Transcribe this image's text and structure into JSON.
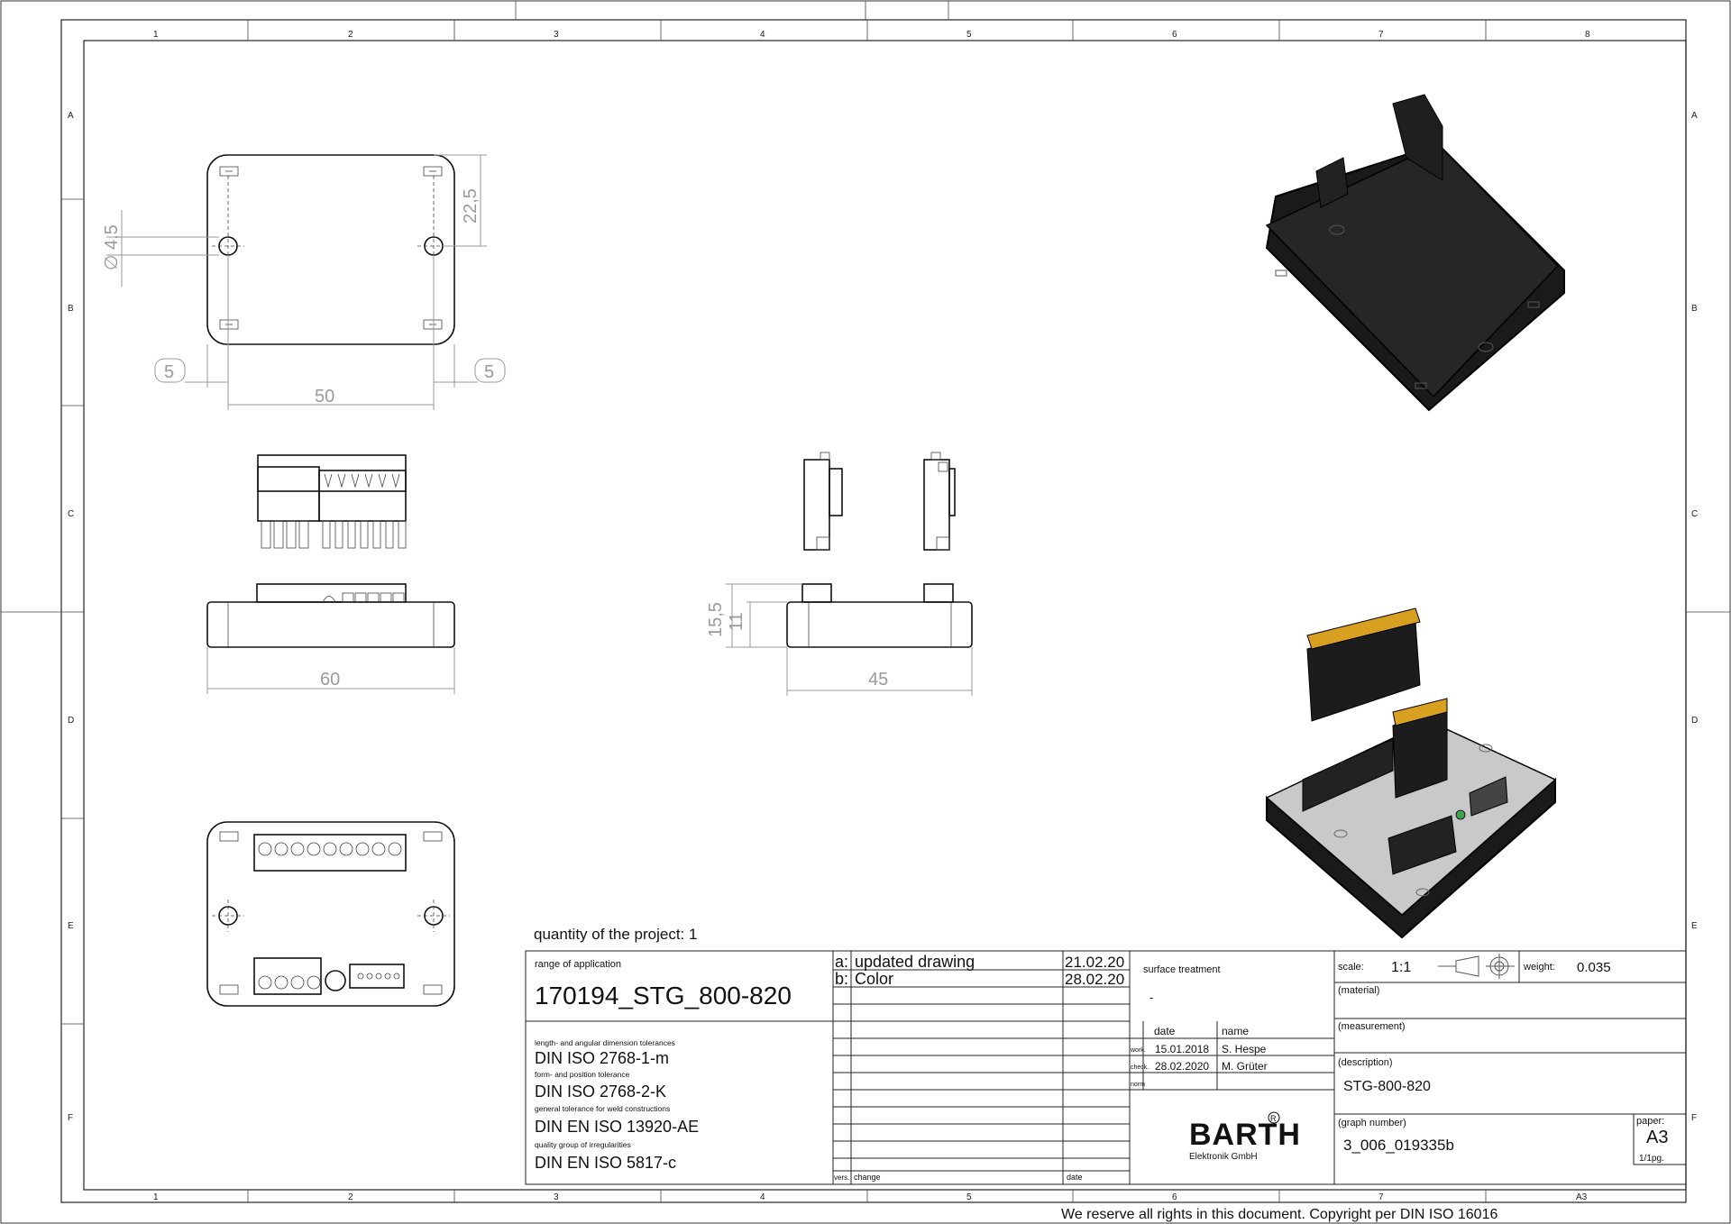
{
  "zones": {
    "columns": [
      "1",
      "2",
      "3",
      "4",
      "5",
      "6",
      "7",
      "8"
    ],
    "rows": [
      "A",
      "B",
      "C",
      "D",
      "E",
      "F"
    ]
  },
  "dimensions": {
    "hole_dia": "∅ 4,5",
    "height_top": "22,5",
    "left_margin": "5",
    "right_margin": "5",
    "hole_spacing": "50",
    "front_width": "60",
    "side_width": "45",
    "side_height": "15,5",
    "side_inner_height": "11"
  },
  "quantity": "quantity of the project: 1",
  "title_block": {
    "range_label": "range of application",
    "range_value": "170194_STG_800-820",
    "tol1_label": "length- and angular dimension tolerances",
    "tol1_value": "DIN ISO 2768-1-m",
    "tol2_label": "form- and position tolerance",
    "tol2_value": "DIN ISO 2768-2-K",
    "tol3_label": "general tolerance for weld constructions",
    "tol3_value": "DIN EN ISO 13920-AE",
    "tol4_label": "quality group of irregularities",
    "tol4_value": "DIN EN ISO 5817-c",
    "revisions": [
      {
        "id": "a:",
        "change": "updated drawing",
        "date": "21.02.20"
      },
      {
        "id": "b:",
        "change": "Color",
        "date": "28.02.20"
      }
    ],
    "vers_label": "vers.",
    "change_label": "change",
    "date_label": "date",
    "surface_label": "surface treatment",
    "surface_value": "-",
    "col_date": "date",
    "col_name": "name",
    "work_label": "work.",
    "work_date": "15.01.2018",
    "work_name": "S. Hespe",
    "check_label": "check.",
    "check_date": "28.02.2020",
    "check_name": "M. Grüter",
    "norm_label": "norm",
    "company_logo": "BARTH",
    "company_sub": "Elektronik GmbH",
    "scale_label": "scale:",
    "scale_value": "1:1",
    "weight_label": "weight:",
    "weight_value": "0.035",
    "material_label": "(material)",
    "measurement_label": "(measurement)",
    "description_label": "(description)",
    "description_value": "STG-800-820",
    "graph_label": "(graph number)",
    "graph_value": "3_006_019335b",
    "paper_label": "paper:",
    "paper_value": "A3",
    "page_value": "1/1pg.",
    "sheet_size": "A3"
  },
  "copyright": "We reserve all rights in this document. Copyright per DIN ISO 16016"
}
